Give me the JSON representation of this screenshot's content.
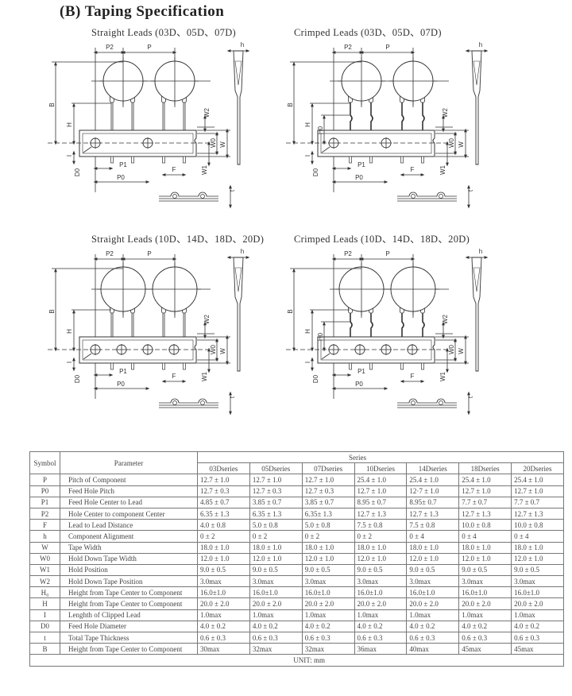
{
  "title": "(B) Taping Specification",
  "diagrams": [
    {
      "caption": "Straight Leads (03D、05D、07D)",
      "crimped": false,
      "big": false
    },
    {
      "caption": "Crimped Leads (03D、05D、07D)",
      "crimped": true,
      "big": false
    },
    {
      "caption": "Straight Leads (10D、14D、18D、20D)",
      "crimped": false,
      "big": true
    },
    {
      "caption": "Crimped Leads (10D、14D、18D、20D)",
      "crimped": true,
      "big": true
    }
  ],
  "labels": {
    "P2": "P2",
    "P": "P",
    "B": "B",
    "H": "H",
    "H0": "H0",
    "W2": "W2",
    "W0": "W0",
    "W": "W",
    "W1": "W1",
    "D0": "D0",
    "I": "I",
    "P1": "P1",
    "P0": "P0",
    "F": "F",
    "h": "h",
    "t": "t"
  },
  "table": {
    "symbol_header": "Symbol",
    "parameter_header": "Parameter",
    "series_header": "Series",
    "series": [
      "03Dseries",
      "05Dseries",
      "07Dseries",
      "10Dseries",
      "14Dseries",
      "18Dseries",
      "20Dseries"
    ],
    "rows": [
      {
        "symbol": "P",
        "parameter": "Pitch of Component",
        "values": [
          "12.7 ± 1.0",
          "12.7 ± 1.0",
          "12.7 ± 1.0",
          "25.4 ± 1.0",
          "25.4 ± 1.0",
          "25.4 ± 1.0",
          "25.4 ± 1.0"
        ]
      },
      {
        "symbol": "P0",
        "parameter": "Feed Hole Pitch",
        "values": [
          "12.7 ± 0.3",
          "12.7 ± 0.3",
          "12.7 ± 0.3",
          "12.7 ± 1.0",
          "12·7 ± 1.0",
          "12.7 ± 1.0",
          "12.7 ± 1.0"
        ]
      },
      {
        "symbol": "P1",
        "parameter": "Feed Hole Center to Lead",
        "values": [
          "4.85 ± 0.7",
          "3.85 ± 0.7",
          "3.85 ± 0.7",
          "8.95 ± 0.7",
          "8.95± 0.7",
          "7.7 ± 0.7",
          "7.7 ± 0.7"
        ]
      },
      {
        "symbol": "P2",
        "parameter": "Hole Center to component Center",
        "values": [
          "6.35 ± 1.3",
          "6.35 ± 1.3",
          "6.35± 1.3",
          "12.7 ± 1.3",
          "12.7 ± 1.3",
          "12.7 ± 1.3",
          "12.7 ± 1.3"
        ]
      },
      {
        "symbol": "F",
        "parameter": "Lead to Lead Distance",
        "values": [
          "4.0 ± 0.8",
          "5.0 ± 0.8",
          "5.0 ± 0.8",
          "7.5 ± 0.8",
          "7.5 ± 0.8",
          "10.0 ± 0.8",
          "10.0 ± 0.8"
        ]
      },
      {
        "symbol": "h",
        "parameter": "Component Alignment",
        "values": [
          "0 ± 2",
          "0 ± 2",
          "0 ± 2",
          "0 ± 2",
          "0 ± 4",
          "0 ± 4",
          "0 ± 4"
        ]
      },
      {
        "symbol": "W",
        "parameter": "Tape Width",
        "values": [
          "18.0 ± 1.0",
          "18.0 ± 1.0",
          "18.0 ± 1.0",
          "18.0 ± 1.0",
          "18.0 ± 1.0",
          "18.0 ± 1.0",
          "18.0 ± 1.0"
        ]
      },
      {
        "symbol": "W0",
        "parameter": "Hold Down Tape Width",
        "values": [
          "12.0 ± 1.0",
          "12.0 ± 1.0",
          "12.0 ± 1.0",
          "12.0 ± 1.0",
          "12.0 ± 1.0",
          "12.0 ± 1.0",
          "12.0 ± 1.0"
        ]
      },
      {
        "symbol": "W1",
        "parameter": "Hold Position",
        "values": [
          "9.0 ± 0.5",
          "9.0 ± 0.5",
          "9.0 ± 0.5",
          "9.0 ± 0.5",
          "9.0 ± 0.5",
          "9.0 ± 0.5",
          "9.0 ± 0.5"
        ]
      },
      {
        "symbol": "W2",
        "parameter": "Hold Down Tape Position",
        "values": [
          "3.0max",
          "3.0max",
          "3.0max",
          "3.0max",
          "3.0max",
          "3.0max",
          "3.0max"
        ]
      },
      {
        "symbol": "H₀",
        "parameter": "Height from Tape Center to Component",
        "values": [
          "16.0±1.0",
          "16.0±1.0",
          "16.0±1.0",
          "16.0±1.0",
          "16.0±1.0",
          "16.0±1.0",
          "16.0±1.0"
        ]
      },
      {
        "symbol": "H",
        "parameter": "Height from Tape Center to Component",
        "values": [
          "20.0 ± 2.0",
          "20.0 ± 2.0",
          "20.0 ± 2.0",
          "20.0 ± 2.0",
          "20.0 ± 2.0",
          "20.0 ± 2.0",
          "20.0 ± 2.0"
        ]
      },
      {
        "symbol": "I",
        "parameter": "Lenghth of Clipped Lead",
        "values": [
          "1.0max",
          "1.0max",
          "1.0max",
          "1.0max",
          "1.0max",
          "1.0max",
          "1.0max"
        ]
      },
      {
        "symbol": "D0",
        "parameter": "Feed Hole Diameter",
        "values": [
          "4.0 ± 0.2",
          "4.0 ± 0.2",
          "4.0 ± 0.2",
          "4.0 ± 0.2",
          "4.0 ± 0.2",
          "4.0 ± 0.2",
          "4.0 ± 0.2"
        ]
      },
      {
        "symbol": "t",
        "parameter": "Total Tape Thickness",
        "values": [
          "0.6 ± 0.3",
          "0.6 ± 0.3",
          "0.6 ± 0.3",
          "0.6 ± 0.3",
          "0.6 ± 0.3",
          "0.6 ± 0.3",
          "0.6 ± 0.3"
        ]
      },
      {
        "symbol": "B",
        "parameter": "Height from Tape Center to Component",
        "values": [
          "30max",
          "32max",
          "32max",
          "36max",
          "40max",
          "45max",
          "45max"
        ]
      }
    ],
    "unit": "UNIT: mm"
  }
}
